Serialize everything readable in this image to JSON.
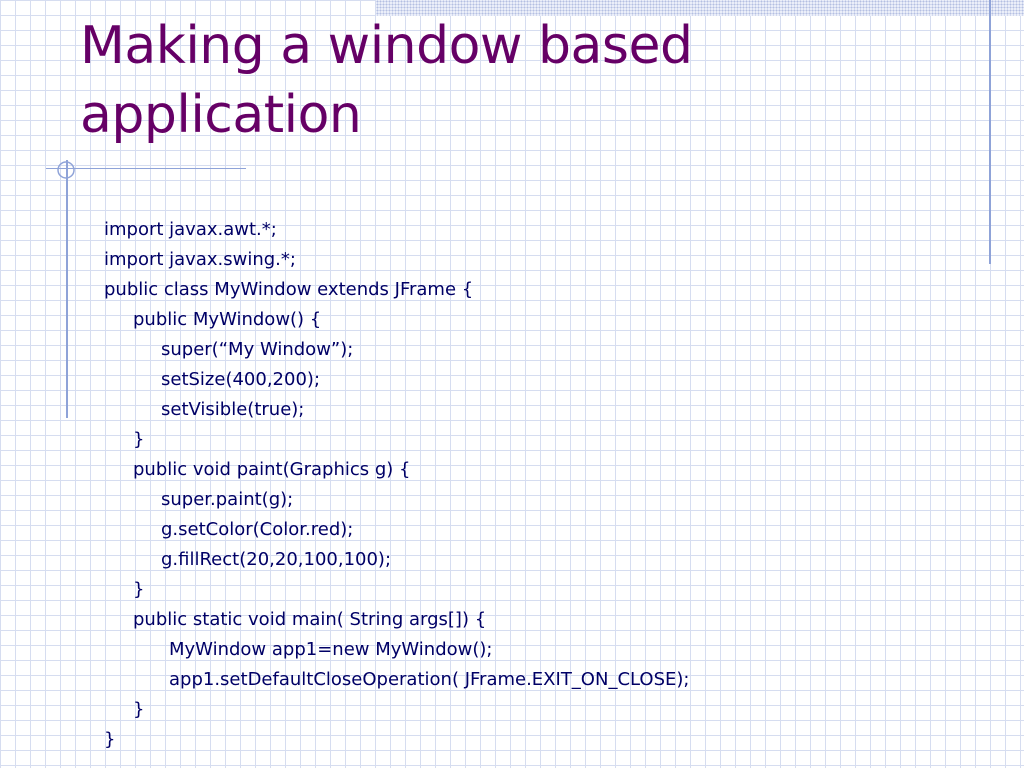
{
  "slide": {
    "title_line1": "Making a window based",
    "title_line2": "application",
    "code_lines": [
      "import javax.awt.*;",
      "import javax.swing.*;",
      "public class MyWindow extends JFrame {",
      "public MyWindow() {",
      "super(“My Window”);",
      "setSize(400,200);",
      "setVisible(true);",
      "}",
      "public void paint(Graphics g) {",
      "super.paint(g);",
      "g.setColor(Color.red);",
      "g.fillRect(20,20,100,100);",
      "}",
      "public static void main( String args[]) {",
      "MyWindow app1=new MyWindow();",
      "app1.setDefaultCloseOperation( JFrame.EXIT_ON_CLOSE);",
      "}",
      "}"
    ]
  },
  "colors": {
    "title": "#660066",
    "code": "#000066",
    "grid": "#d6ddf0",
    "accent_rule": "#8fa3d8"
  }
}
